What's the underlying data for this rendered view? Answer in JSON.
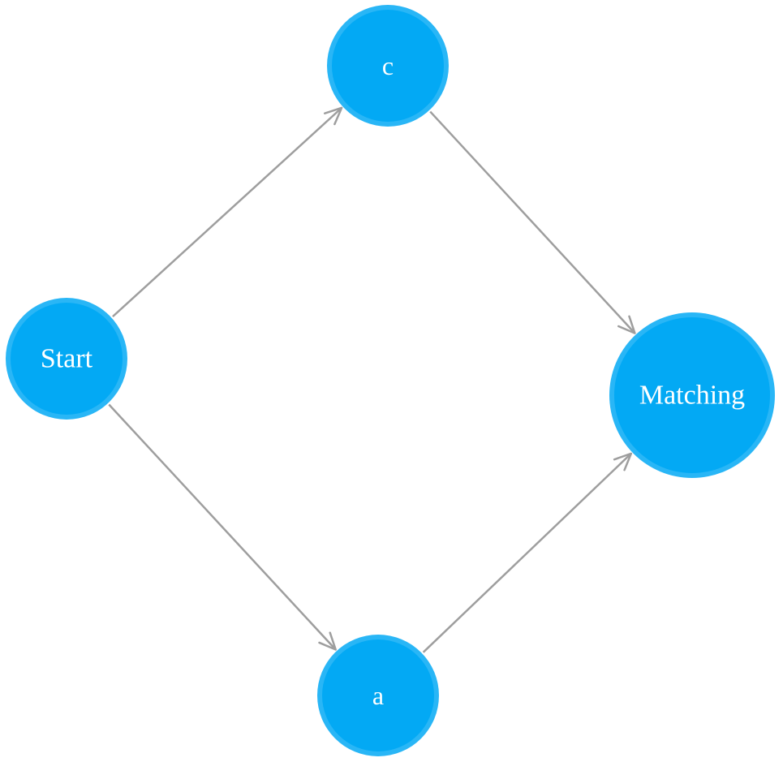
{
  "diagram": {
    "nodes": [
      {
        "id": "start",
        "label": "Start"
      },
      {
        "id": "c",
        "label": "c"
      },
      {
        "id": "a",
        "label": "a"
      },
      {
        "id": "matching",
        "label": "Matching"
      }
    ],
    "edges": [
      {
        "from": "start",
        "to": "c"
      },
      {
        "from": "start",
        "to": "a"
      },
      {
        "from": "c",
        "to": "matching"
      },
      {
        "from": "a",
        "to": "matching"
      }
    ],
    "colors": {
      "node_fill": "#03a9f4",
      "node_border": "#29b6f6",
      "node_text": "#ffffff",
      "edge": "#9e9e9e"
    }
  }
}
